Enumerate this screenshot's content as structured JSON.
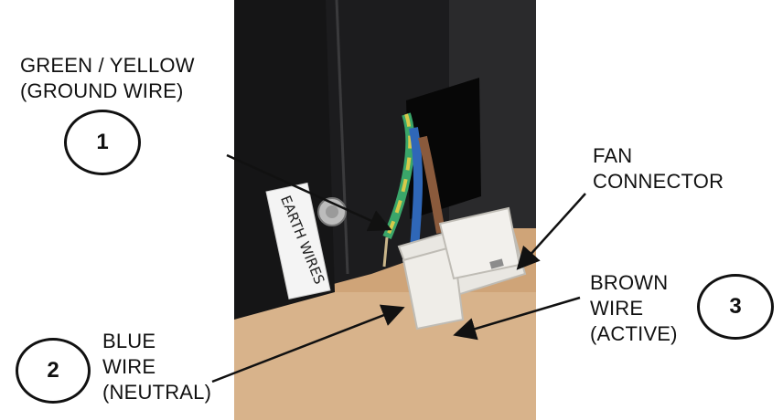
{
  "callouts": [
    {
      "number": "1",
      "text": "GREEN / YELLOW\n(GROUND WIRE)"
    },
    {
      "number": "2",
      "text": "BLUE\nWIRE\n(NEUTRAL)"
    },
    {
      "number": "3",
      "text": "BROWN\nWIRE\n(ACTIVE)"
    }
  ],
  "fan_connector_label": "FAN\nCONNECTOR",
  "photo": {
    "sticker_text": "EARTH WIRES"
  },
  "colors": {
    "box": "#1c1c1e",
    "wood": "#cfa478",
    "earth_wire_green": "#3aa66a",
    "earth_wire_yellow": "#d6c94a",
    "neutral_wire": "#2f67b8",
    "active_wire": "#8a5a3c",
    "connector": "#e9e7e2",
    "line": "#111111"
  }
}
